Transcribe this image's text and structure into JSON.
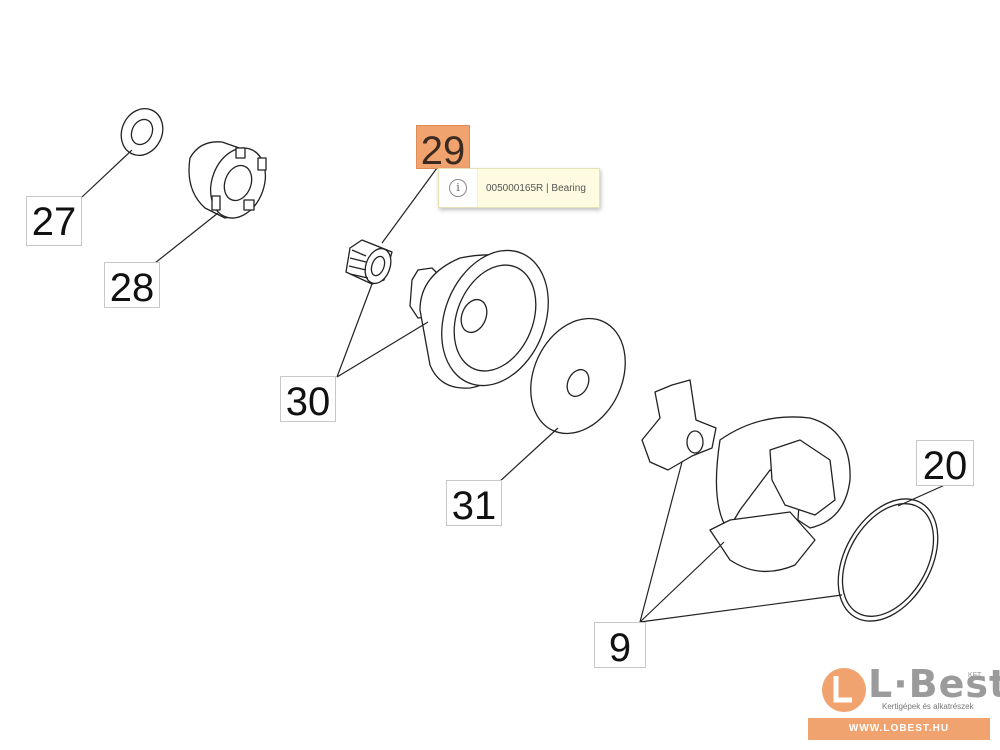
{
  "callouts": {
    "c27": "27",
    "c28": "28",
    "c29": "29",
    "c30": "30",
    "c31": "31",
    "c20": "20",
    "c9": "9"
  },
  "tooltip": {
    "icon": "info-icon",
    "text": "005000165R | Bearing"
  },
  "logo": {
    "brand": "L·Best",
    "kft": "KFT.",
    "tagline": "Kertigépek és alkatrészek",
    "url": "WWW.LOBEST.HU"
  },
  "colors": {
    "highlight": "#f0a36f",
    "tooltip_bg": "#fefbe1",
    "line": "#222222"
  }
}
